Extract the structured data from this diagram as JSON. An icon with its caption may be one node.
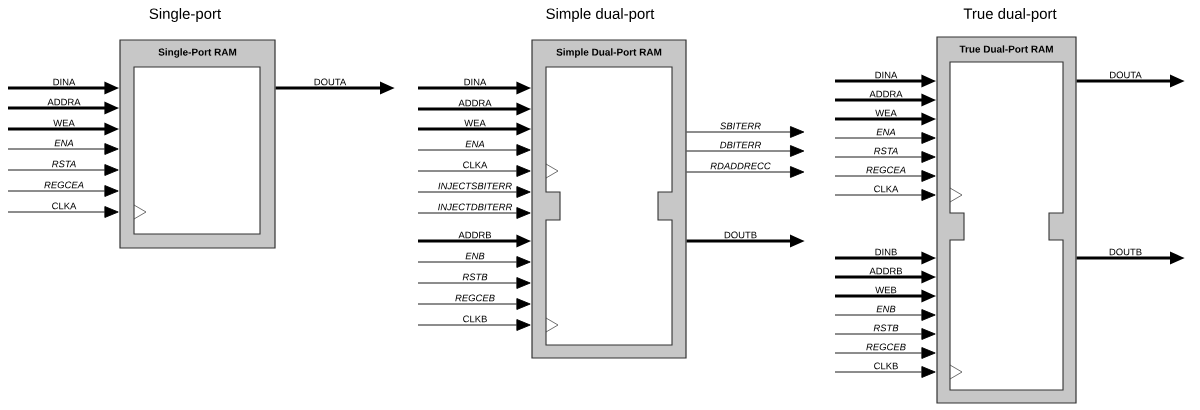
{
  "diagram": {
    "nodes": [
      {
        "text": [
          "Single-port",
          "Single-Port RAM"
        ]
      },
      {
        "text": [
          "Simple dual-port",
          "Simple Dual-Port RAM"
        ]
      },
      {
        "text": [
          "True dual-port",
          "True Dual-Port RAM"
        ]
      }
    ],
    "edges": [
      {
        "from": null,
        "to": 0,
        "arrow": "to",
        "label": "DINA",
        "style": "thick"
      },
      {
        "from": null,
        "to": 0,
        "arrow": "to",
        "label": "ADDRA",
        "style": "thick"
      },
      {
        "from": null,
        "to": 0,
        "arrow": "to",
        "label": "WEA",
        "style": "thick"
      },
      {
        "from": null,
        "to": 0,
        "arrow": "to",
        "label": "*ENA*"
      },
      {
        "from": null,
        "to": 0,
        "arrow": "to",
        "label": "*RSTA*"
      },
      {
        "from": null,
        "to": 0,
        "arrow": "to",
        "label": "*REGCEA*"
      },
      {
        "from": null,
        "to": 0,
        "arrow": "to",
        "label": "CLKA"
      },
      {
        "from": 0,
        "to": null,
        "arrow": "to",
        "label": "DOUTA",
        "style": "thick"
      },
      {
        "from": null,
        "to": 1,
        "arrow": "to",
        "label": "DINA",
        "style": "thick"
      },
      {
        "from": null,
        "to": 1,
        "arrow": "to",
        "label": "ADDRA",
        "style": "thick"
      },
      {
        "from": null,
        "to": 1,
        "arrow": "to",
        "label": "WEA",
        "style": "thick"
      },
      {
        "from": null,
        "to": 1,
        "arrow": "to",
        "label": "*ENA*"
      },
      {
        "from": null,
        "to": 1,
        "arrow": "to",
        "label": "CLKA"
      },
      {
        "from": null,
        "to": 1,
        "arrow": "to",
        "label": "*INJECTSBITERR*"
      },
      {
        "from": null,
        "to": 1,
        "arrow": "to",
        "label": "*INJECTDBITERR*"
      },
      {
        "from": null,
        "to": 1,
        "arrow": "to",
        "label": "ADDRB",
        "style": "thick"
      },
      {
        "from": null,
        "to": 1,
        "arrow": "to",
        "label": "*ENB*"
      },
      {
        "from": null,
        "to": 1,
        "arrow": "to",
        "label": "*RSTB*"
      },
      {
        "from": null,
        "to": 1,
        "arrow": "to",
        "label": "*REGCEB*"
      },
      {
        "from": null,
        "to": 1,
        "arrow": "to",
        "label": "CLKB"
      },
      {
        "from": 1,
        "to": null,
        "arrow": "to",
        "label": "*SBITERR*"
      },
      {
        "from": 1,
        "to": null,
        "arrow": "to",
        "label": "*DBITERR*"
      },
      {
        "from": 1,
        "to": null,
        "arrow": "to",
        "label": "*RDADDRECC*"
      },
      {
        "from": 1,
        "to": null,
        "arrow": "to",
        "label": "DOUTB",
        "style": "thick"
      },
      {
        "from": null,
        "to": 2,
        "arrow": "to",
        "label": "DINA",
        "style": "thick"
      },
      {
        "from": null,
        "to": 2,
        "arrow": "to",
        "label": "ADDRA",
        "style": "thick"
      },
      {
        "from": null,
        "to": 2,
        "arrow": "to",
        "label": "WEA",
        "style": "thick"
      },
      {
        "from": null,
        "to": 2,
        "arrow": "to",
        "label": "*ENA*"
      },
      {
        "from": null,
        "to": 2,
        "arrow": "to",
        "label": "*RSTA*"
      },
      {
        "from": null,
        "to": 2,
        "arrow": "to",
        "label": "*REGCEA*"
      },
      {
        "from": null,
        "to": 2,
        "arrow": "to",
        "label": "CLKA"
      },
      {
        "from": null,
        "to": 2,
        "arrow": "to",
        "label": "DINB",
        "style": "thick"
      },
      {
        "from": null,
        "to": 2,
        "arrow": "to",
        "label": "ADDRB",
        "style": "thick"
      },
      {
        "from": null,
        "to": 2,
        "arrow": "to",
        "label": "WEB",
        "style": "thick"
      },
      {
        "from": null,
        "to": 2,
        "arrow": "to",
        "label": "*ENB*"
      },
      {
        "from": null,
        "to": 2,
        "arrow": "to",
        "label": "*RSTB*"
      },
      {
        "from": null,
        "to": 2,
        "arrow": "to",
        "label": "*REGCEB*"
      },
      {
        "from": null,
        "to": 2,
        "arrow": "to",
        "label": "CLKB"
      },
      {
        "from": 2,
        "to": null,
        "arrow": "to",
        "label": "DOUTA",
        "style": "thick"
      },
      {
        "from": 2,
        "to": null,
        "arrow": "to",
        "label": "DOUTB",
        "style": "thick"
      }
    ]
  }
}
